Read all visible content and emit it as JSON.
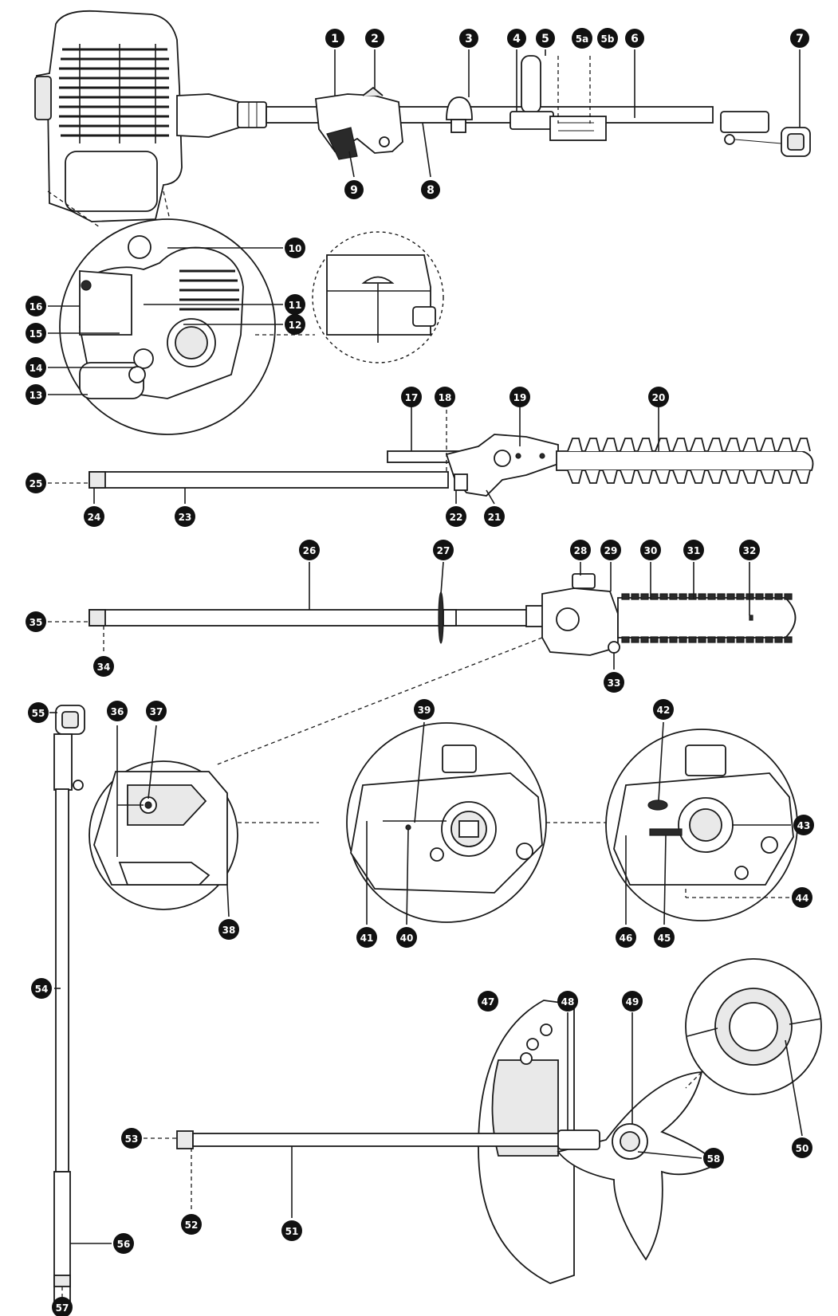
{
  "labels": [
    {
      "id": "1",
      "text": "1"
    },
    {
      "id": "2",
      "text": "2"
    },
    {
      "id": "3",
      "text": "3"
    },
    {
      "id": "4",
      "text": "4"
    },
    {
      "id": "5",
      "text": "5"
    },
    {
      "id": "5a",
      "text": "5a"
    },
    {
      "id": "5b",
      "text": "5b"
    },
    {
      "id": "6",
      "text": "6"
    },
    {
      "id": "7",
      "text": "7"
    },
    {
      "id": "8",
      "text": "8"
    },
    {
      "id": "9",
      "text": "9"
    },
    {
      "id": "10",
      "text": "10"
    },
    {
      "id": "11",
      "text": "11"
    },
    {
      "id": "12",
      "text": "12"
    },
    {
      "id": "13",
      "text": "13"
    },
    {
      "id": "14",
      "text": "14"
    },
    {
      "id": "15",
      "text": "15"
    },
    {
      "id": "16",
      "text": "16"
    },
    {
      "id": "17",
      "text": "17"
    },
    {
      "id": "18",
      "text": "18"
    },
    {
      "id": "19",
      "text": "19"
    },
    {
      "id": "20",
      "text": "20"
    },
    {
      "id": "21",
      "text": "21"
    },
    {
      "id": "22",
      "text": "22"
    },
    {
      "id": "23",
      "text": "23"
    },
    {
      "id": "24",
      "text": "24"
    },
    {
      "id": "25",
      "text": "25"
    },
    {
      "id": "26",
      "text": "26"
    },
    {
      "id": "27",
      "text": "27"
    },
    {
      "id": "28",
      "text": "28"
    },
    {
      "id": "29",
      "text": "29"
    },
    {
      "id": "30",
      "text": "30"
    },
    {
      "id": "31",
      "text": "31"
    },
    {
      "id": "32",
      "text": "32"
    },
    {
      "id": "33",
      "text": "33"
    },
    {
      "id": "34",
      "text": "34"
    },
    {
      "id": "35",
      "text": "35"
    },
    {
      "id": "36",
      "text": "36"
    },
    {
      "id": "37",
      "text": "37"
    },
    {
      "id": "38",
      "text": "38"
    },
    {
      "id": "39",
      "text": "39"
    },
    {
      "id": "40",
      "text": "40"
    },
    {
      "id": "41",
      "text": "41"
    },
    {
      "id": "42",
      "text": "42"
    },
    {
      "id": "43",
      "text": "43"
    },
    {
      "id": "44",
      "text": "44"
    },
    {
      "id": "45",
      "text": "45"
    },
    {
      "id": "46",
      "text": "46"
    },
    {
      "id": "47",
      "text": "47"
    },
    {
      "id": "48",
      "text": "48"
    },
    {
      "id": "49",
      "text": "49"
    },
    {
      "id": "50",
      "text": "50"
    },
    {
      "id": "51",
      "text": "51"
    },
    {
      "id": "52",
      "text": "52"
    },
    {
      "id": "53",
      "text": "53"
    },
    {
      "id": "54",
      "text": "54"
    },
    {
      "id": "55",
      "text": "55"
    },
    {
      "id": "56",
      "text": "56"
    },
    {
      "id": "57",
      "text": "57"
    },
    {
      "id": "58",
      "text": "58"
    }
  ],
  "colors": {
    "line": "#1a1a1a",
    "badge": "#111111",
    "badge_text": "#ffffff",
    "background": "#ffffff"
  }
}
